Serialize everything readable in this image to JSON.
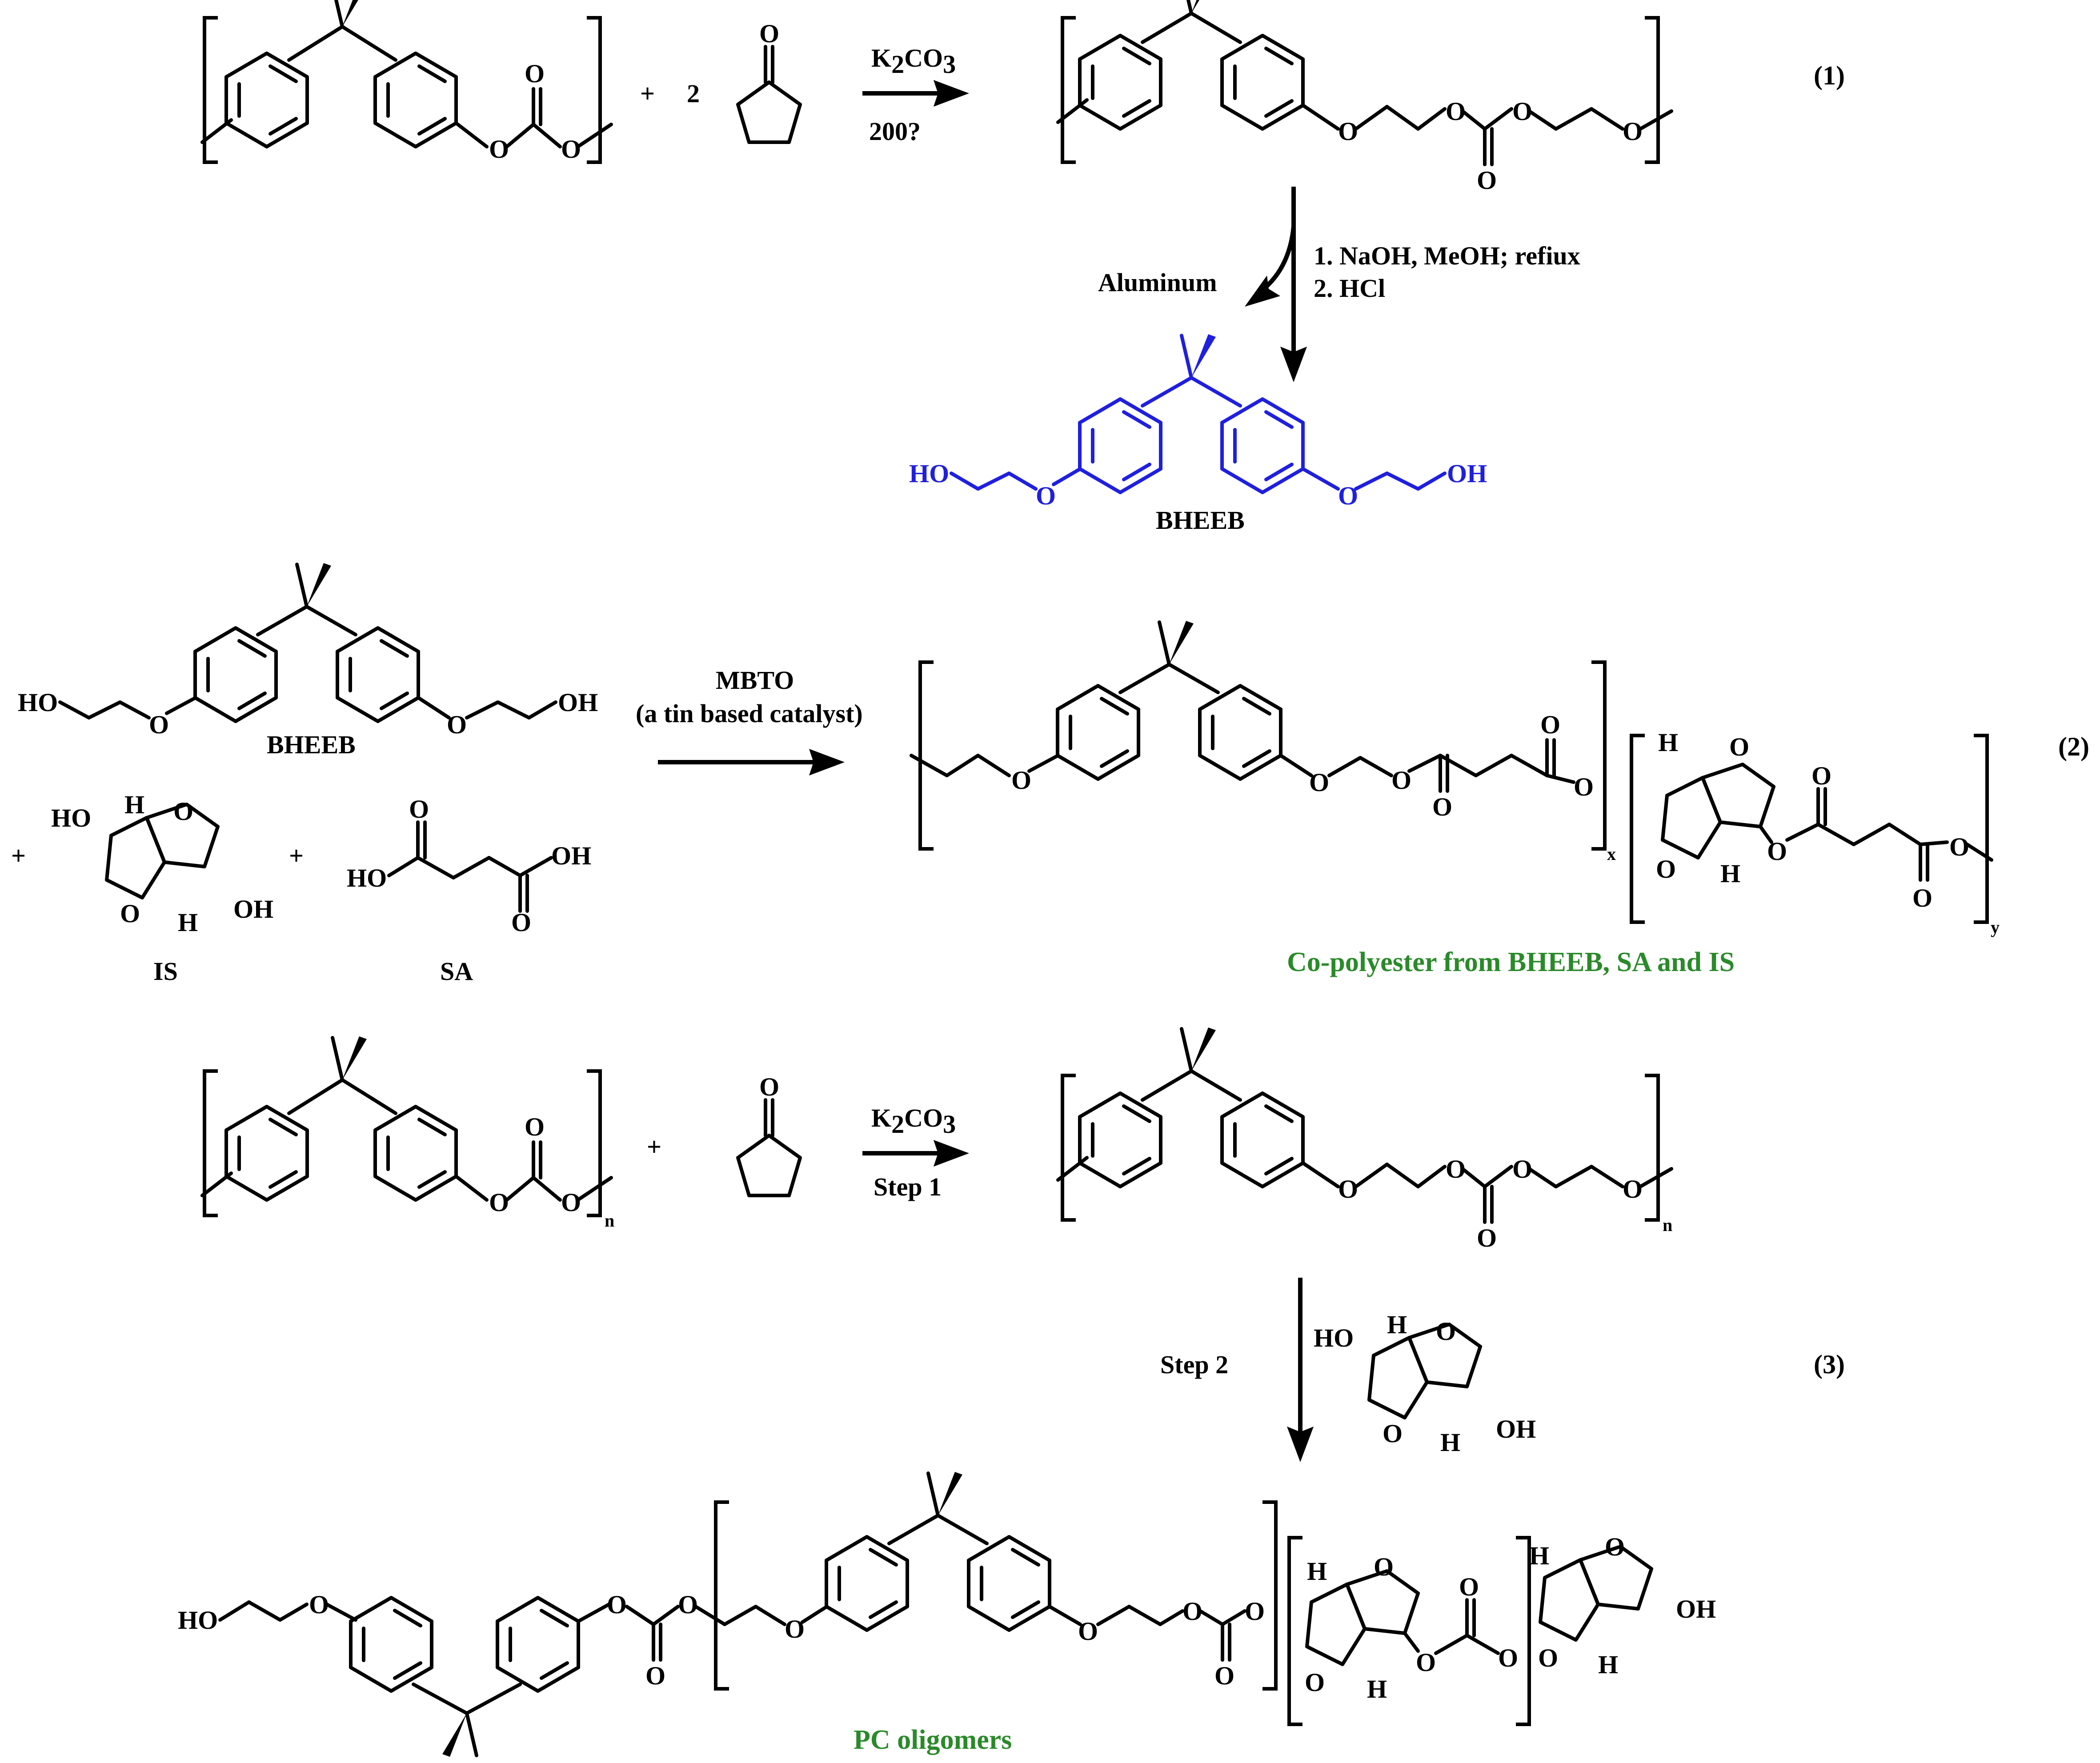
{
  "reaction1": {
    "plus": "+",
    "coefficient": "2",
    "reagent_k": "K",
    "reagent_2": "2",
    "reagent_co": "CO",
    "reagent_3": "3",
    "temperature": "200?",
    "number": "(1)",
    "carbonate_o": "O",
    "step_side": "Aluminum",
    "step_cond_1": "1. NaOH, MeOH; refiux",
    "step_cond_2": "2. HCl",
    "product_name": "BHEEB",
    "ho": "HO",
    "oh": "OH"
  },
  "reaction2": {
    "catalyst": "MBTO",
    "catalyst_note": "(a tin based catalyst)",
    "number": "(2)",
    "bheeb_label": "BHEEB",
    "is_label": "IS",
    "sa_label": "SA",
    "plus": "+",
    "ho": "HO",
    "oh": "OH",
    "h": "H",
    "o": "O",
    "sub_x": "x",
    "sub_y": "y",
    "product_name": "Co-polyester from BHEEB, SA and IS"
  },
  "reaction3": {
    "plus": "+",
    "reagent_k": "K",
    "reagent_2": "2",
    "reagent_co": "CO",
    "reagent_3": "3",
    "step1": "Step 1",
    "step2": "Step 2",
    "number": "(3)",
    "sub_n": "n",
    "ho": "HO",
    "oh": "OH",
    "h": "H",
    "o": "O",
    "product_name": "PC oligomers"
  },
  "colors": {
    "product_blue": "#1f1fe0",
    "label_green": "#2a8a2a"
  }
}
